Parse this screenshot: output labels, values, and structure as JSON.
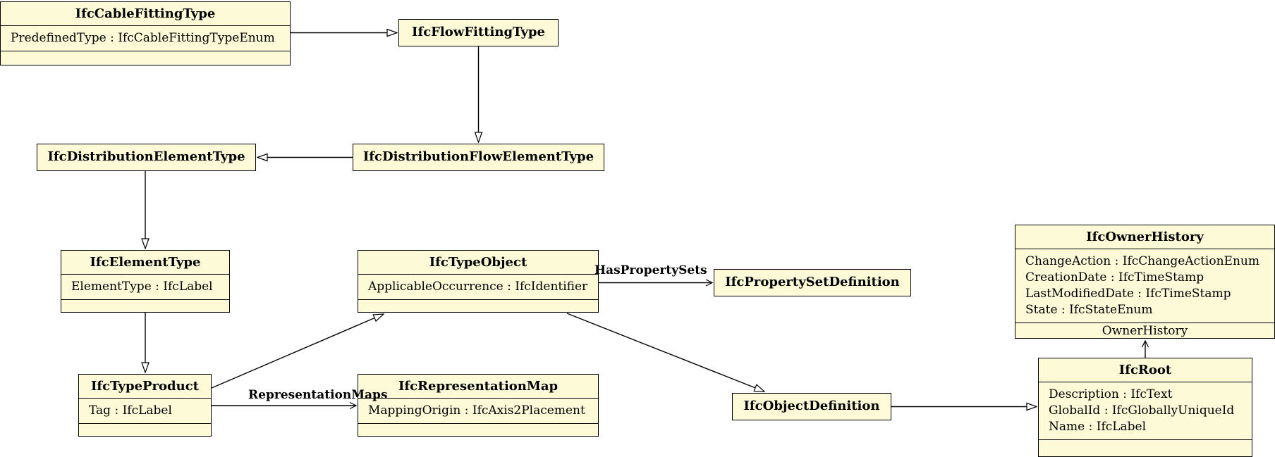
{
  "classes": {
    "cable_fitting_type": {
      "name": "IfcCableFittingType",
      "attrs": [
        "PredefinedType : IfcCableFittingTypeEnum"
      ]
    },
    "flow_fitting_type": {
      "name": "IfcFlowFittingType"
    },
    "distribution_element_type": {
      "name": "IfcDistributionElementType"
    },
    "distribution_flow_element_type": {
      "name": "IfcDistributionFlowElementType"
    },
    "element_type": {
      "name": "IfcElementType",
      "attrs": [
        "ElementType : IfcLabel"
      ]
    },
    "type_object": {
      "name": "IfcTypeObject",
      "attrs": [
        "ApplicableOccurrence : IfcIdentifier"
      ]
    },
    "property_set_definition": {
      "name": "IfcPropertySetDefinition"
    },
    "owner_history": {
      "name": "IfcOwnerHistory",
      "attrs": [
        "ChangeAction : IfcChangeActionEnum",
        "CreationDate : IfcTimeStamp",
        "LastModifiedDate : IfcTimeStamp",
        "State : IfcStateEnum"
      ],
      "footer_label": "OwnerHistory"
    },
    "type_product": {
      "name": "IfcTypeProduct",
      "attrs": [
        "Tag : IfcLabel"
      ]
    },
    "representation_map": {
      "name": "IfcRepresentationMap",
      "attrs": [
        "MappingOrigin : IfcAxis2Placement"
      ]
    },
    "object_definition": {
      "name": "IfcObjectDefinition"
    },
    "root": {
      "name": "IfcRoot",
      "attrs": [
        "Description : IfcText",
        "GlobalId : IfcGloballyUniqueId",
        "Name : IfcLabel"
      ]
    }
  },
  "edge_labels": {
    "has_property_sets": "HasPropertySets",
    "representation_maps": "RepresentationMaps"
  },
  "colors": {
    "node_fill": "#fdfad7",
    "node_border": "#000000",
    "line": "#000000",
    "background": "#ffffff"
  }
}
